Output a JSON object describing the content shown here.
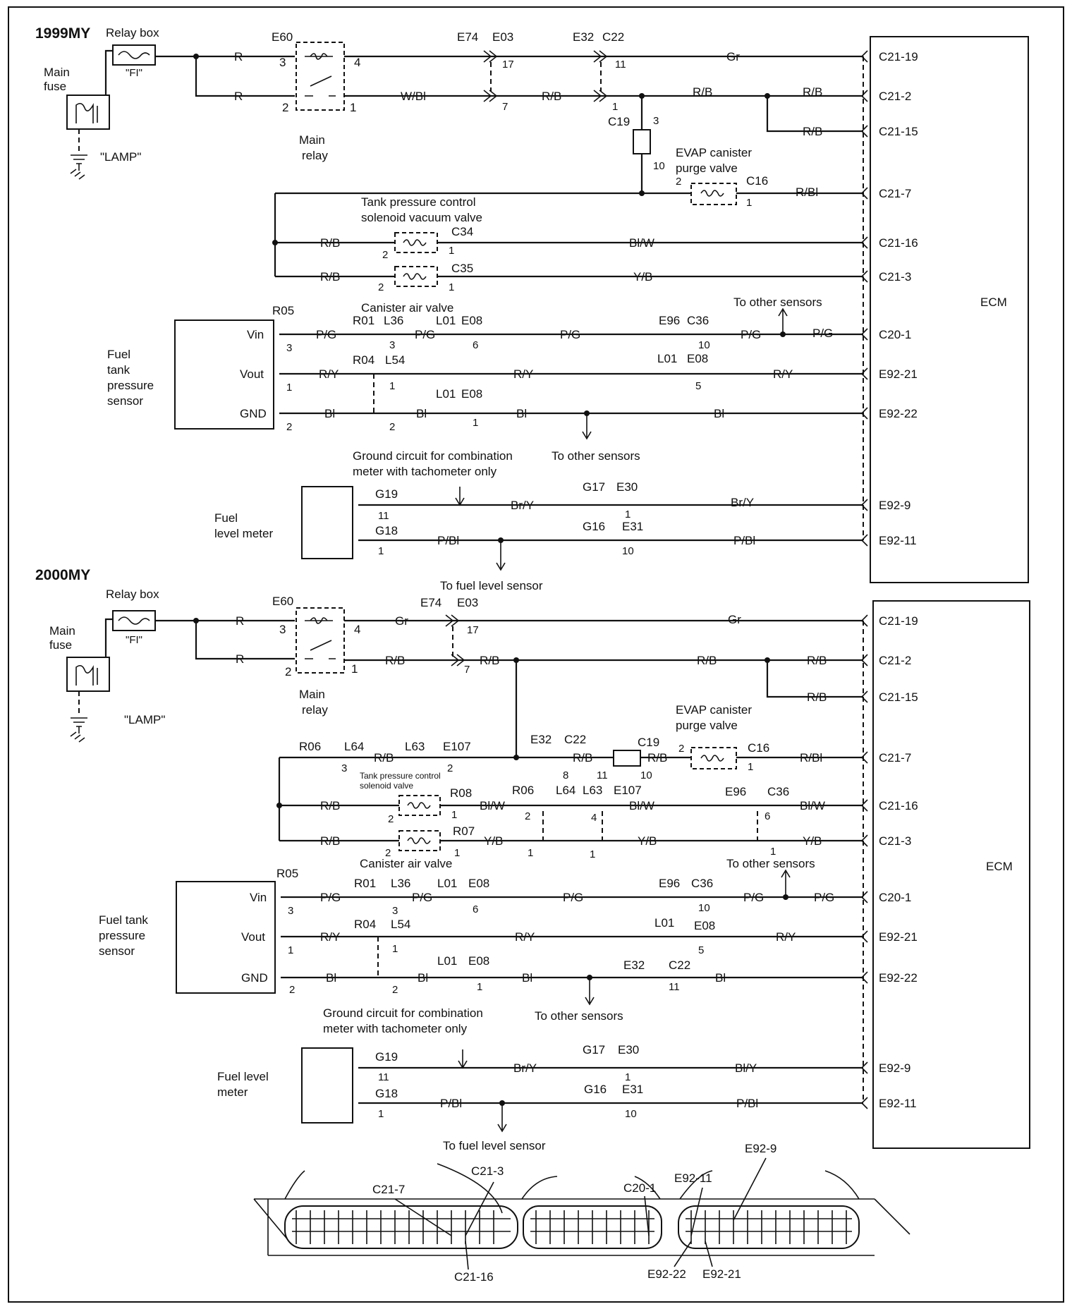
{
  "y1999": {
    "title": "1999MY",
    "relay_box": "Relay box",
    "main_fuse": [
      "Main",
      "fuse"
    ],
    "fi": "\"FI\"",
    "lamp": "\"LAMP\"",
    "main_relay": [
      "Main",
      "relay"
    ],
    "evap": [
      "EVAP canister",
      "purge valve"
    ],
    "tank_valve": [
      "Tank pressure control",
      "solenoid vacuum valve"
    ],
    "canister_air": "Canister air valve",
    "to_other_sensors_top": "To other sensors",
    "to_other_sensors_bottom": "To other sensors",
    "ecm": "ECM",
    "ftps": [
      "Fuel",
      "tank",
      "pressure",
      "sensor"
    ],
    "ground_note": [
      "Ground circuit for combination",
      "meter with tachometer only"
    ],
    "fuel_meter": [
      "Fuel",
      "level meter"
    ],
    "to_fuel_level": "To fuel level sensor",
    "pins": [
      "C21-19",
      "C21-2",
      "C21-15",
      "C21-7",
      "C21-16",
      "C21-3",
      "C20-1",
      "E92-21",
      "E92-22",
      "E92-9",
      "E92-11"
    ],
    "wires": {
      "r": "R",
      "gr": "Gr",
      "wbl": "W/Bl",
      "rb": "R/B",
      "rbl": "R/Bl",
      "blw": "Bl/W",
      "yb": "Y/B",
      "pg": "P/G",
      "ry": "R/Y",
      "bl": "Bl",
      "bry": "Br/Y",
      "pbl": "P/Bl"
    },
    "sensor_pins": [
      "Vin",
      "Vout",
      "GND"
    ],
    "connectors": {
      "e60": "E60",
      "e74": "E74",
      "e03": "E03",
      "e32": "E32",
      "c22": "C22",
      "c19": "C19",
      "c16": "C16",
      "c34": "C34",
      "c35": "C35",
      "r05": "R05",
      "r01": "R01",
      "l36": "L36",
      "l01": "L01",
      "e08": "E08",
      "e96": "E96",
      "c36": "C36",
      "r04": "R04",
      "l54": "L54",
      "g19": "G19",
      "g17": "G17",
      "e30": "E30",
      "g18": "G18",
      "g16": "G16",
      "e31": "E31"
    }
  },
  "y2000": {
    "title": "2000MY",
    "relay_box": "Relay box",
    "main_fuse": [
      "Main",
      "fuse"
    ],
    "fi": "\"FI\"",
    "lamp": "\"LAMP\"",
    "main_relay": [
      "Main",
      "relay"
    ],
    "evap": [
      "EVAP canister",
      "purge valve"
    ],
    "tank_valve": [
      "Tank pressure control",
      "solenoid valve"
    ],
    "canister_air": "Canister air valve",
    "to_other_sensors_top": "To other sensors",
    "to_other_sensors_bottom": "To other sensors",
    "ecm": "ECM",
    "ftps": [
      "Fuel tank",
      "pressure",
      "sensor"
    ],
    "ground_note": [
      "Ground circuit for combination",
      "meter with tachometer only"
    ],
    "fuel_meter": [
      "Fuel level",
      "meter"
    ],
    "to_fuel_level": "To fuel level sensor",
    "pins": [
      "C21-19",
      "C21-2",
      "C21-15",
      "C21-7",
      "C21-16",
      "C21-3",
      "C20-1",
      "E92-21",
      "E92-22",
      "E92-9",
      "E92-11"
    ],
    "wires": {
      "r": "R",
      "gr": "Gr",
      "rb": "R/B",
      "rbl": "R/Bl",
      "blw": "Bl/W",
      "yb": "Y/B",
      "pg": "P/G",
      "ry": "R/Y",
      "bl": "Bl",
      "bry": "Br/Y",
      "bly": "Bl/Y",
      "pbl": "P/Bl"
    },
    "sensor_pins": [
      "Vin",
      "Vout",
      "GND"
    ],
    "connectors": {
      "e60": "E60",
      "e74": "E74",
      "e03": "E03",
      "e32": "E32",
      "c22": "C22",
      "c19": "C19",
      "c16": "C16",
      "r06": "R06",
      "l64": "L64",
      "l63": "L63",
      "e107": "E107",
      "r08": "R08",
      "r07": "R07",
      "e96": "E96",
      "c36": "C36",
      "r05": "R05",
      "r01": "R01",
      "l36": "L36",
      "l01": "L01",
      "e08": "E08",
      "r04": "R04",
      "l54": "L54",
      "g19": "G19",
      "g17": "G17",
      "e30": "E30",
      "g18": "G18",
      "g16": "G16",
      "e31": "E31"
    }
  },
  "connector_view": {
    "labels": [
      "C21-7",
      "C21-3",
      "C20-1",
      "E92-11",
      "E92-9",
      "C21-16",
      "E92-22",
      "E92-21"
    ]
  }
}
